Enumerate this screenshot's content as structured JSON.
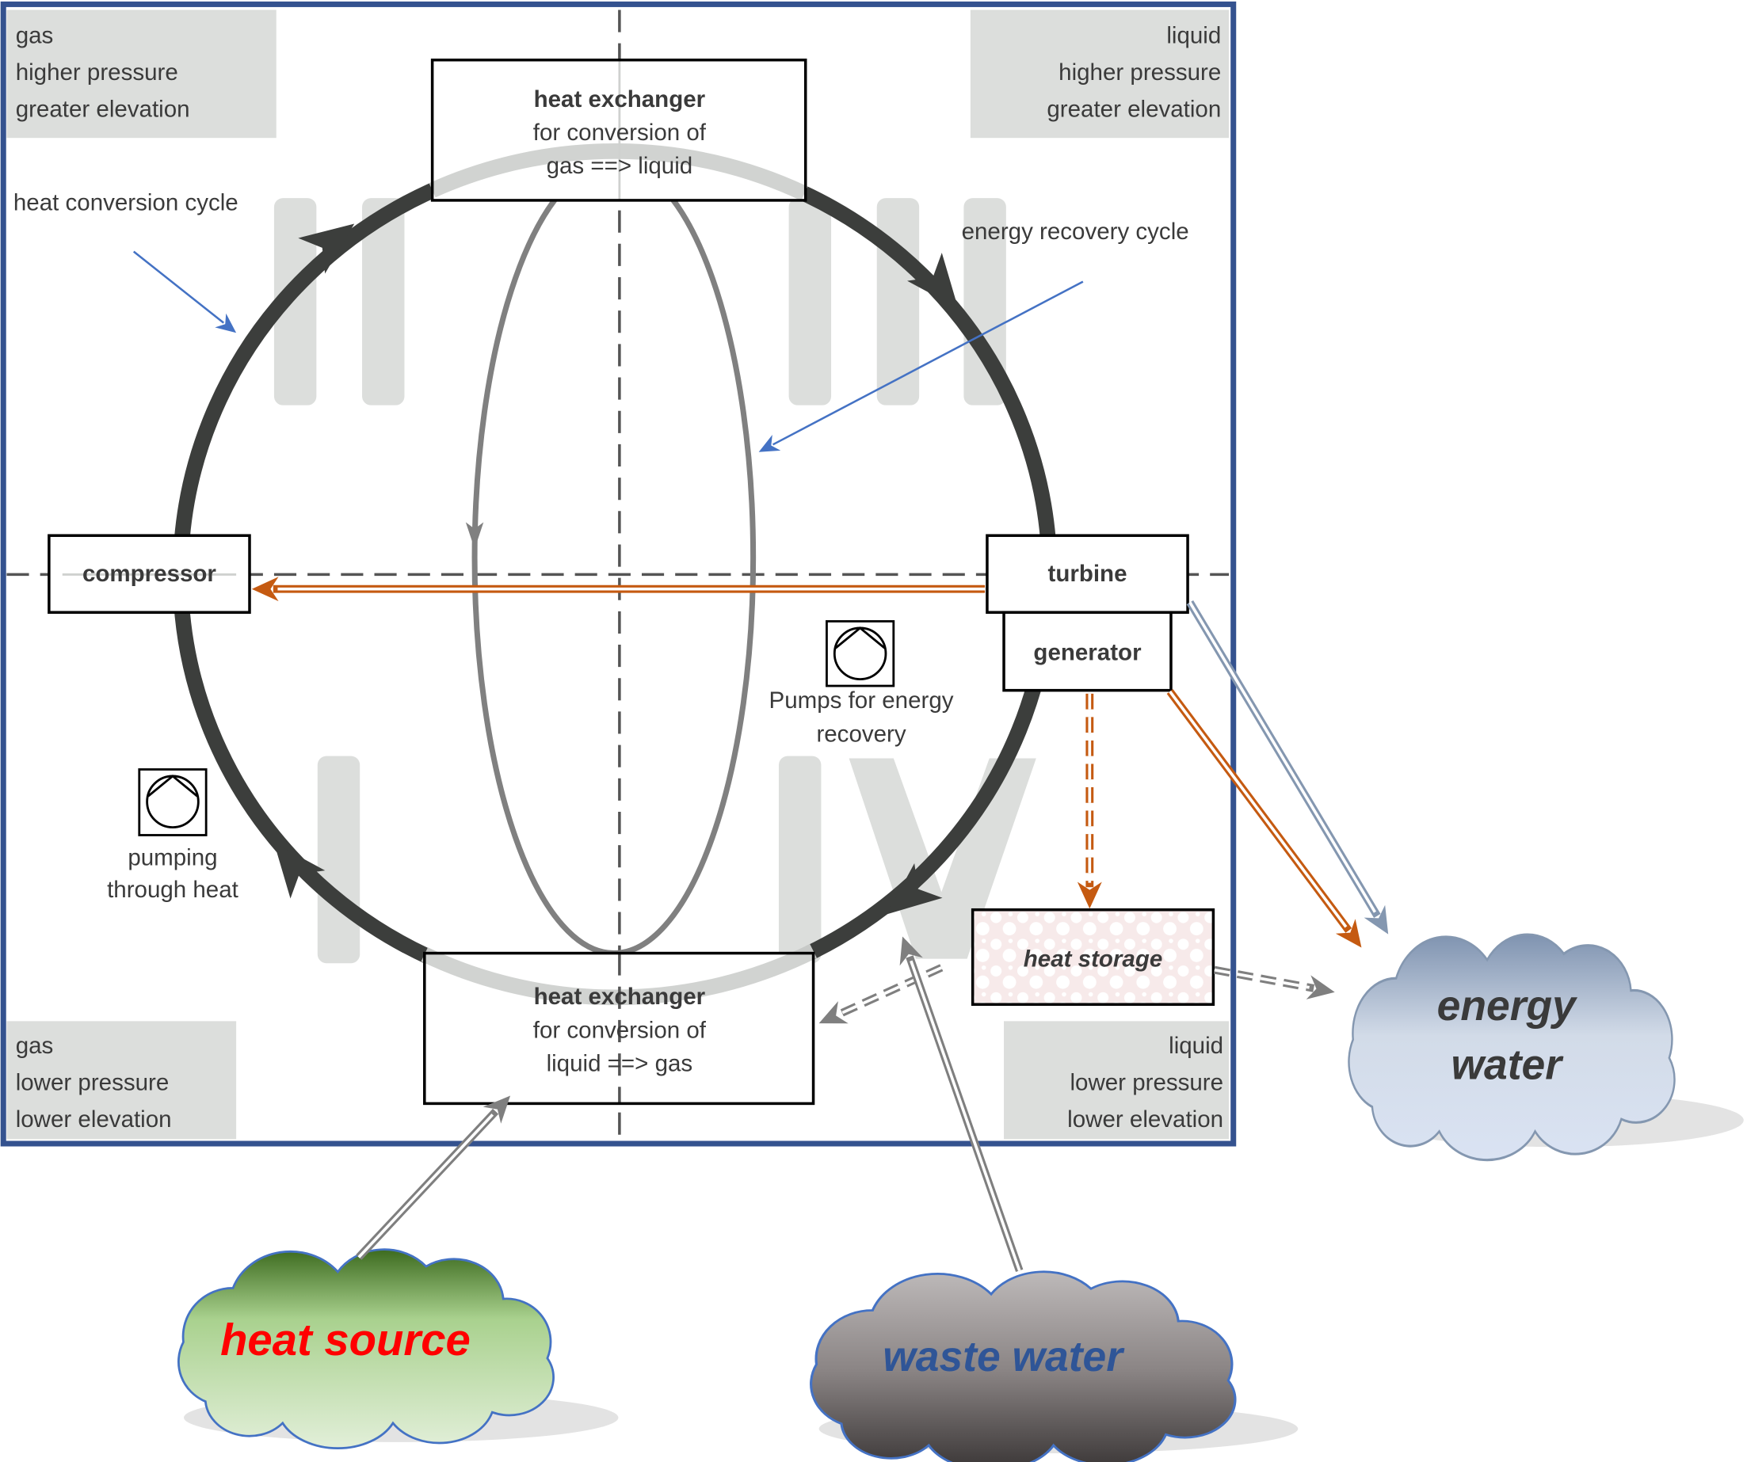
{
  "zones": {
    "top_left": [
      "gas",
      "higher pressure",
      "greater elevation"
    ],
    "top_right": [
      "liquid",
      "higher pressure",
      "greater elevation"
    ],
    "bottom_left": [
      "gas",
      "lower pressure",
      "lower elevation"
    ],
    "bottom_right": [
      "liquid",
      "lower pressure",
      "lower elevation"
    ]
  },
  "labels": {
    "heat_conversion_cycle": "heat conversion cycle",
    "energy_recovery_cycle": "energy recovery cycle",
    "pumps_energy_recovery": [
      "Pumps for energy",
      "recovery"
    ],
    "pumping_through_heat": [
      "pumping",
      "through heat"
    ]
  },
  "components": {
    "hx_top": {
      "title": "heat exchanger",
      "lines": [
        "for conversion of",
        "gas ==> liquid"
      ]
    },
    "hx_bottom": {
      "title": "heat exchanger",
      "lines": [
        "for conversion of",
        "liquid ==> gas"
      ]
    },
    "compressor": "compressor",
    "turbine": "turbine",
    "generator": "generator",
    "heat_storage": "heat storage"
  },
  "clouds": {
    "heat_source": "heat source",
    "waste_water": "waste water",
    "energy_water": [
      "energy",
      "water"
    ]
  },
  "colors": {
    "frame": "#34528f",
    "zone_fill": "#dcdedc",
    "cycle_dark": "#3c3e3c",
    "recovery_cycle": "#808080",
    "annotation_arrow": "#4472c4",
    "heat_flow": "#c55a11",
    "energy_flow": "#8497b0",
    "water_flow": "#7f7f7f",
    "heat_source_text": "#ff0000",
    "waste_water_text": "#2f5597"
  }
}
